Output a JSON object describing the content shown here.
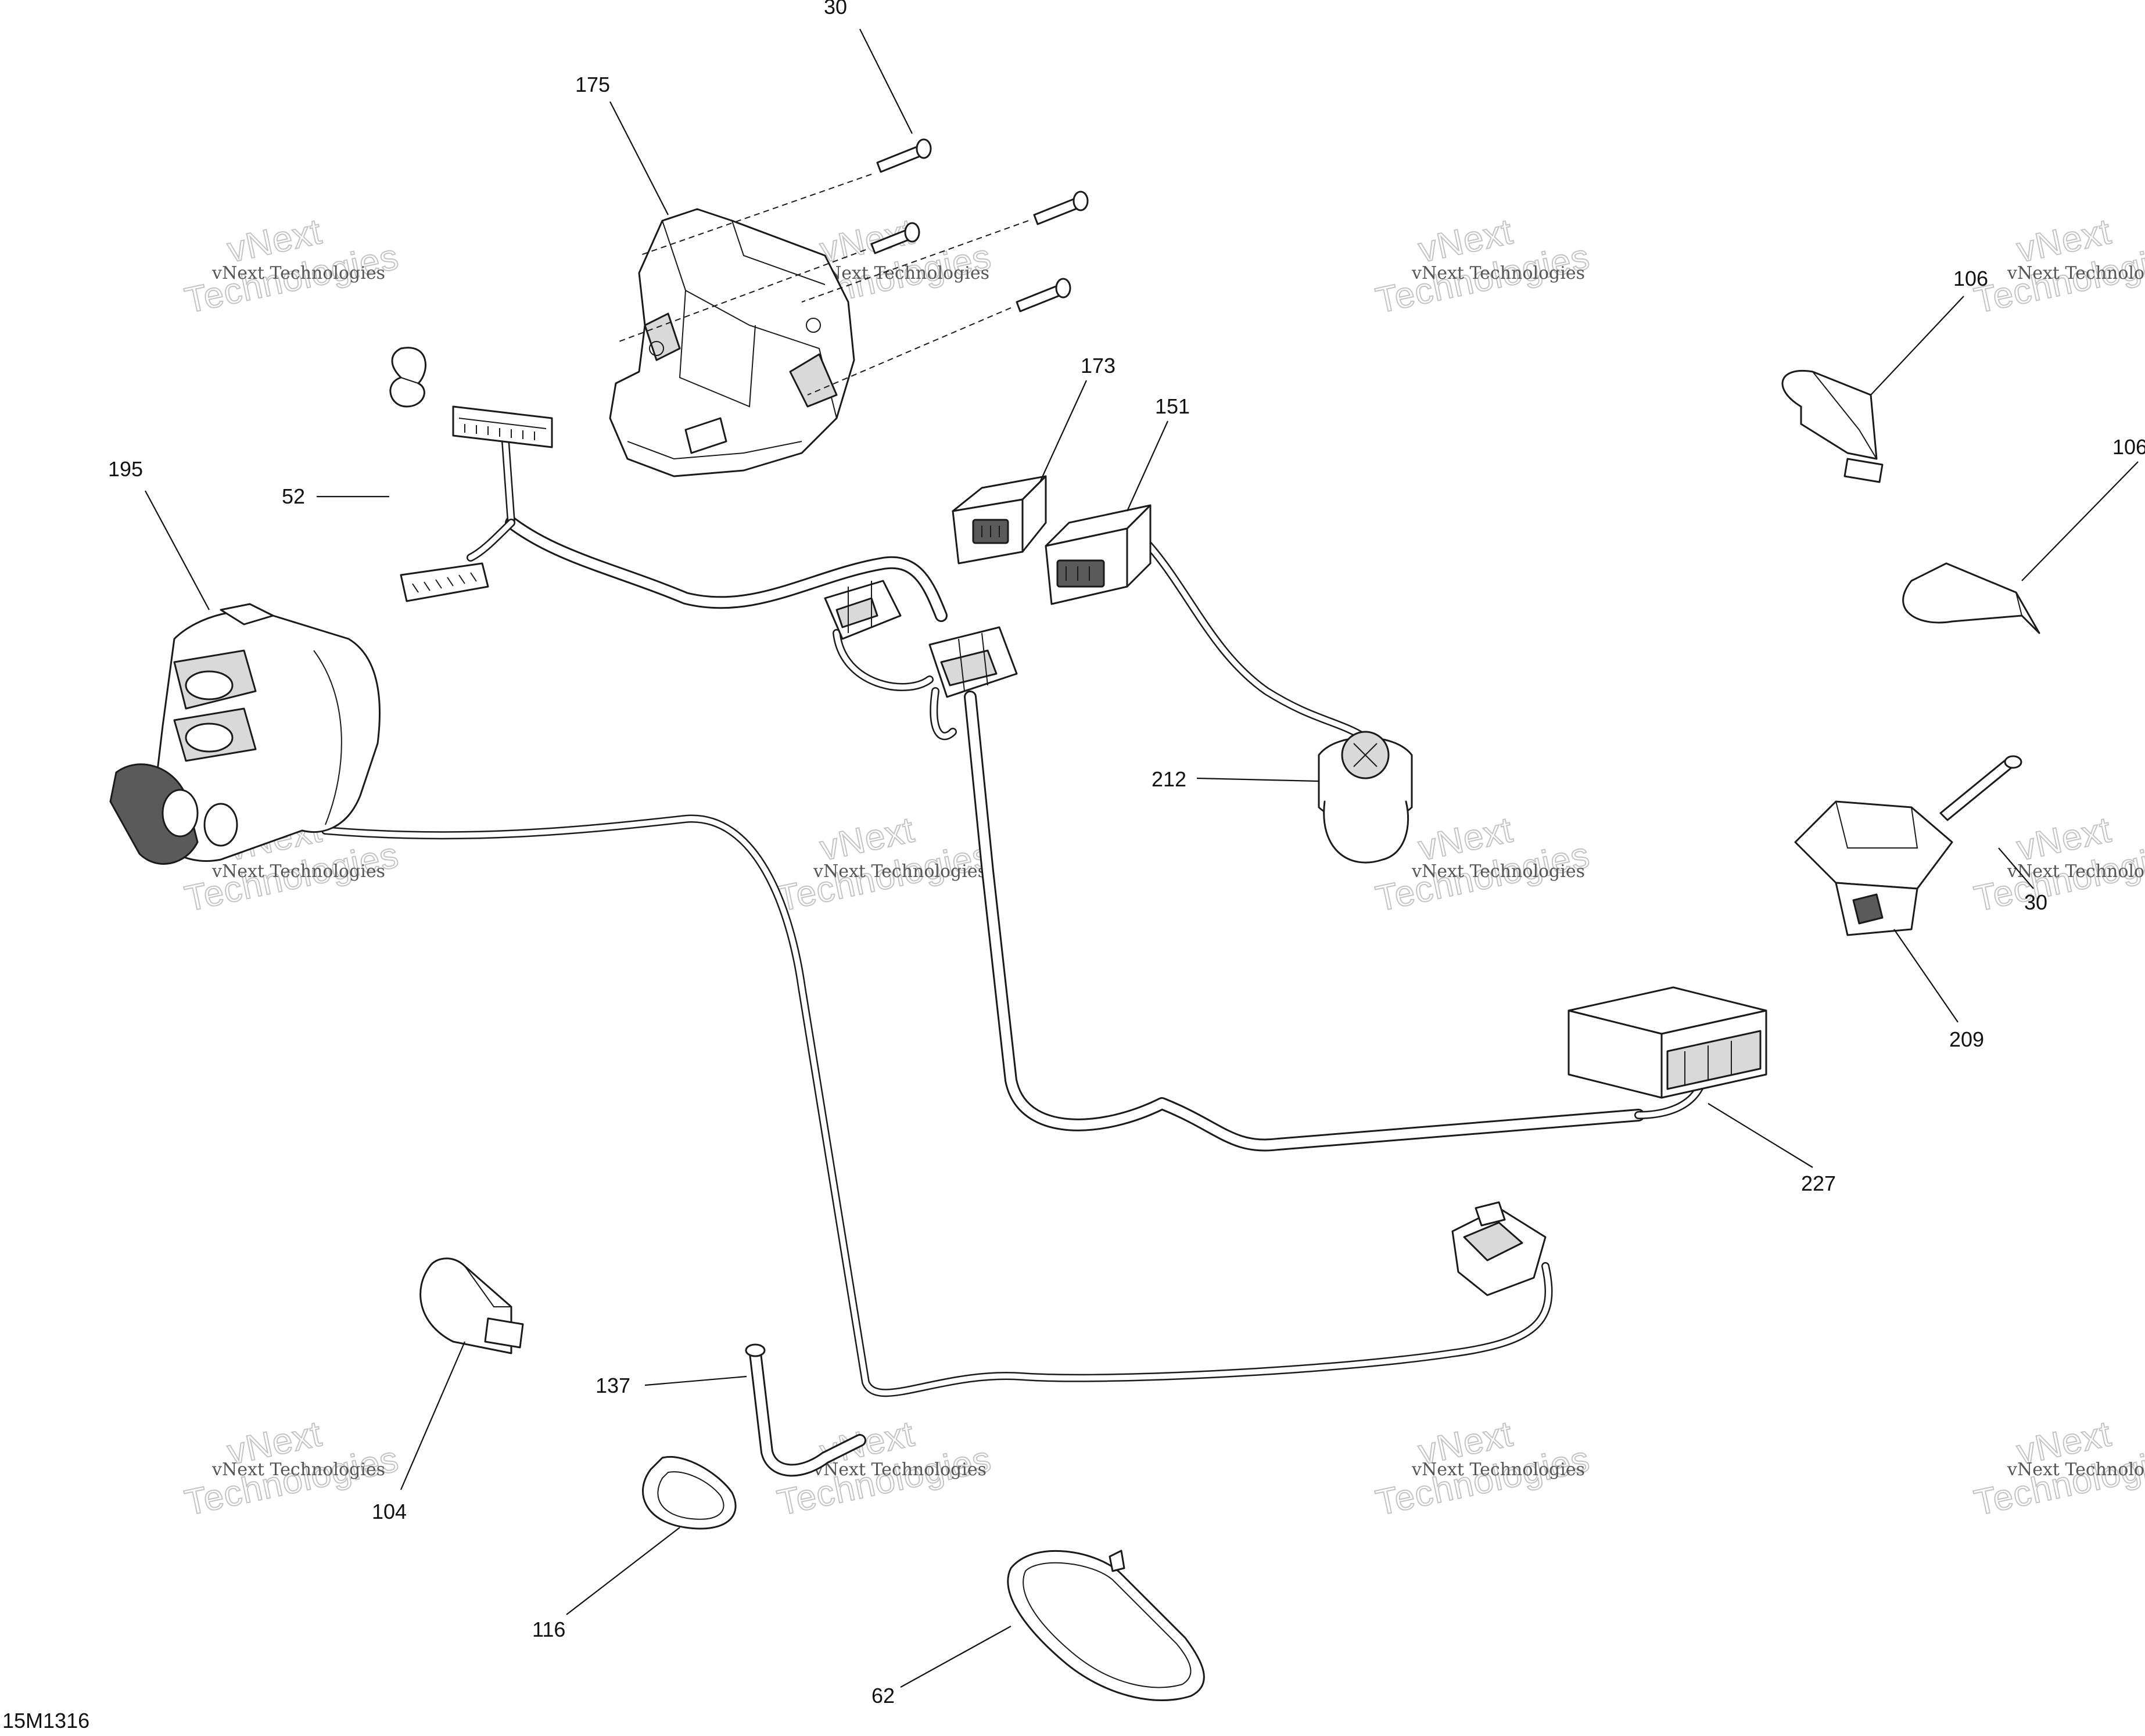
{
  "diagram": {
    "drawing_id": "15M1316",
    "watermark": {
      "line_small": "vNext Technologies",
      "big_line1": "vNext",
      "big_line2": "Technologies"
    },
    "callouts": [
      {
        "id": "c30a",
        "label": "30"
      },
      {
        "id": "c175",
        "label": "175"
      },
      {
        "id": "c52",
        "label": "52"
      },
      {
        "id": "c195",
        "label": "195"
      },
      {
        "id": "c173",
        "label": "173"
      },
      {
        "id": "c151",
        "label": "151"
      },
      {
        "id": "c106a",
        "label": "106"
      },
      {
        "id": "c106b",
        "label": "106"
      },
      {
        "id": "c212",
        "label": "212"
      },
      {
        "id": "c30b",
        "label": "30"
      },
      {
        "id": "c209",
        "label": "209"
      },
      {
        "id": "c227",
        "label": "227"
      },
      {
        "id": "c137",
        "label": "137"
      },
      {
        "id": "c104",
        "label": "104"
      },
      {
        "id": "c116",
        "label": "116"
      },
      {
        "id": "c62",
        "label": "62"
      }
    ]
  }
}
